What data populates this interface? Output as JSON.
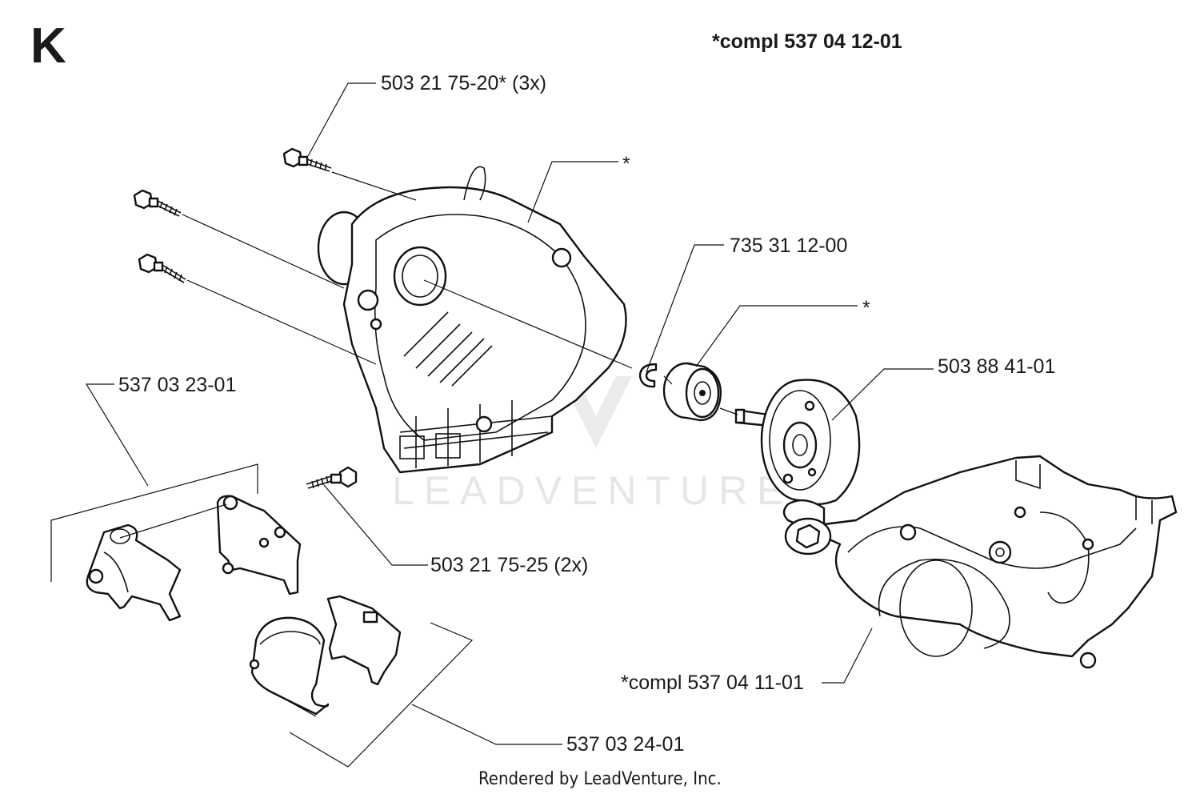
{
  "section_letter": "K",
  "watermark": "LEADVENTURE",
  "footer": "Rendered by LeadVenture, Inc.",
  "labels": {
    "compl_top": "*compl 537 04 12-01",
    "screw_3x": "503 21 75-20* (3x)",
    "star_housing": "*",
    "circlip": "735 31 12-00",
    "star_bearing": "*",
    "drum": "503 88 41-01",
    "handle_bracket": "537 03 23-01",
    "screw_2x": "503 21 75-25 (2x)",
    "compl_bottom": "*compl 537 04 11-01",
    "rubber": "537 03 24-01"
  },
  "parts": {
    "screw_a": "screw",
    "screw_b": "screw",
    "screw_c": "screw",
    "screw_d": "screw",
    "housing": "crankcase half",
    "circlip": "circlip",
    "bearing": "ball bearing",
    "drum": "clutch drum",
    "crankcase": "crankcase",
    "bracket_a": "handle bracket",
    "bracket_b": "handle bracket clamp",
    "rubber_a": "rubber insert",
    "rubber_b": "rubber insert"
  }
}
